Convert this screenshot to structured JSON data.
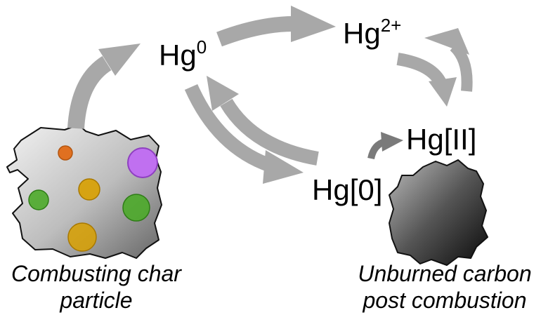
{
  "species": {
    "hg0_gas": {
      "base": "Hg",
      "sup": "0"
    },
    "hg2_gas": {
      "base": "Hg",
      "sup": "2+"
    },
    "hg0_bound": "Hg[0]",
    "hgII_bound": "Hg[II]"
  },
  "captions": {
    "char_line1": "Combusting char",
    "char_line2": "particle",
    "carbon_line1": "Unburned carbon",
    "carbon_line2": "post combustion"
  },
  "colors": {
    "arrow": "#a8a8a8",
    "arrow_dark": "#7a7a7a",
    "particle_light": "#ebebeb",
    "particle_dark": "#6f6f6f",
    "carbon_light": "#b5b5b5",
    "carbon_dark": "#0f0f0f",
    "spot_orange": "#e07020",
    "spot_purple": "#c070f0",
    "spot_amber": "#d8a000",
    "spot_green": "#4caa2a"
  }
}
